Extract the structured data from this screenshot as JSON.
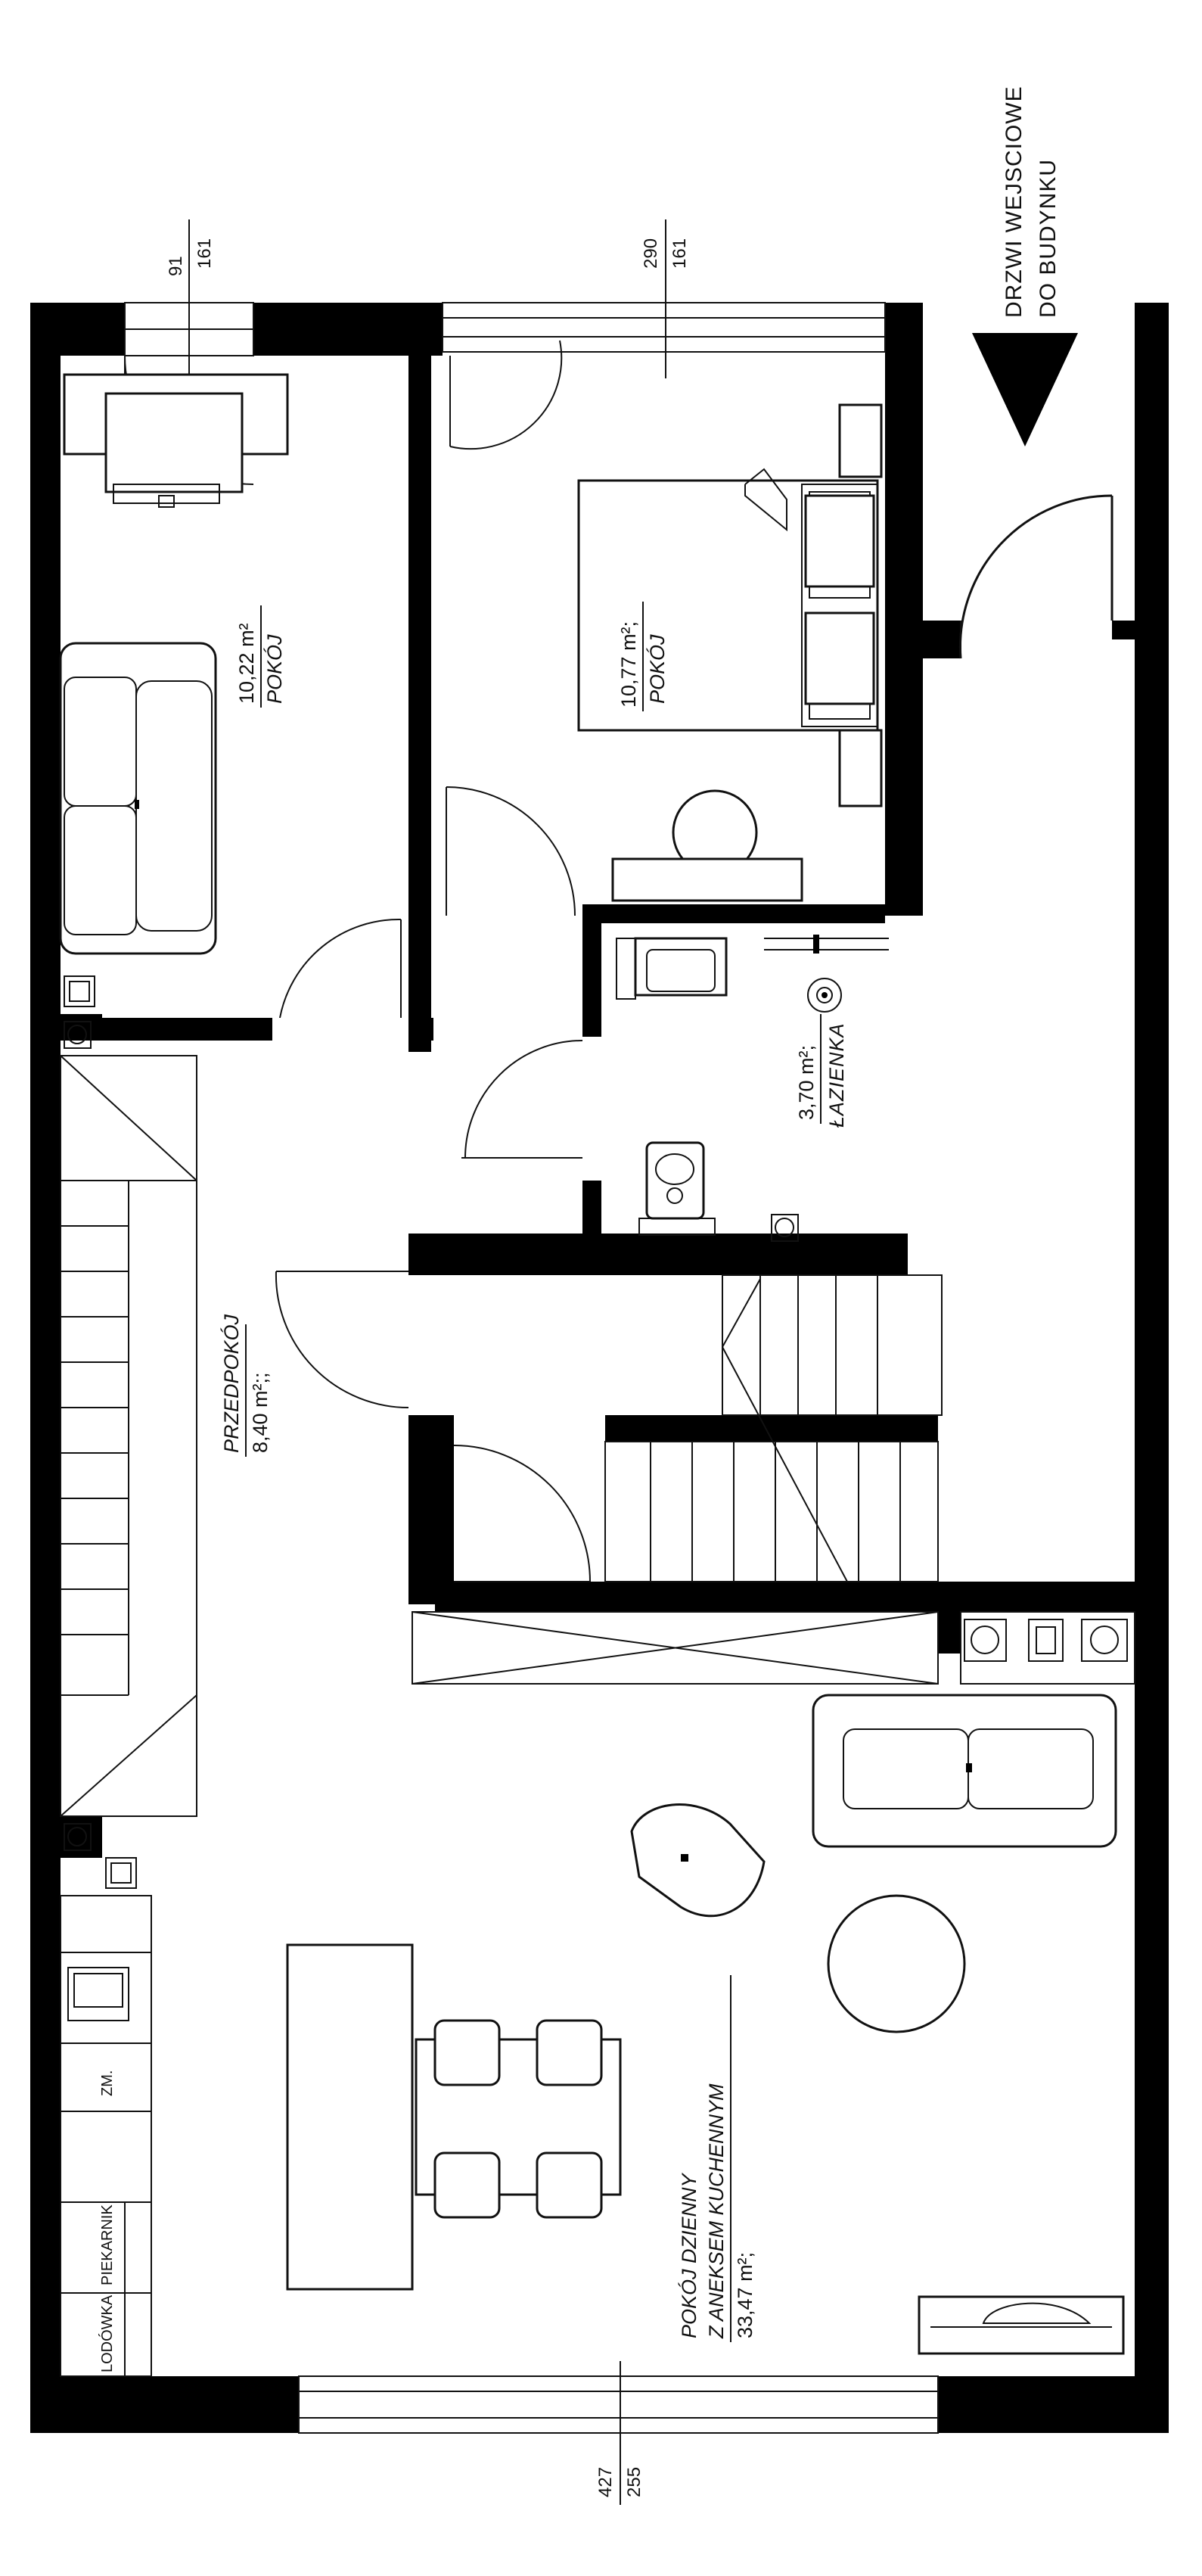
{
  "entrance": {
    "line1": "DRZWI WEJSCIOWE",
    "line2": "DO BUDYNKU"
  },
  "dimensions": {
    "top_left": [
      "91",
      "161"
    ],
    "top_right": [
      "290",
      "161"
    ],
    "bottom": [
      "427",
      "255"
    ]
  },
  "rooms": {
    "room1": {
      "area": "10,22 m²",
      "name": "POKÓJ"
    },
    "room2": {
      "area": "10,77 m²;",
      "name": "POKÓJ"
    },
    "bathroom": {
      "area": "3,70 m²;",
      "name": "ŁAZIENKA"
    },
    "hall": {
      "name": "PRZEDPOKÓJ",
      "area": "8,40 m²;;"
    },
    "living": {
      "line1": "POKÓJ DZIENNY",
      "line2": "Z ANEKSEM KUCHENNYM",
      "area": "33,47 m²;"
    }
  },
  "kitchen_labels": {
    "fridge": "LODÓWKA",
    "oven": "PIEKARNIK",
    "dishwasher": "ZM."
  }
}
